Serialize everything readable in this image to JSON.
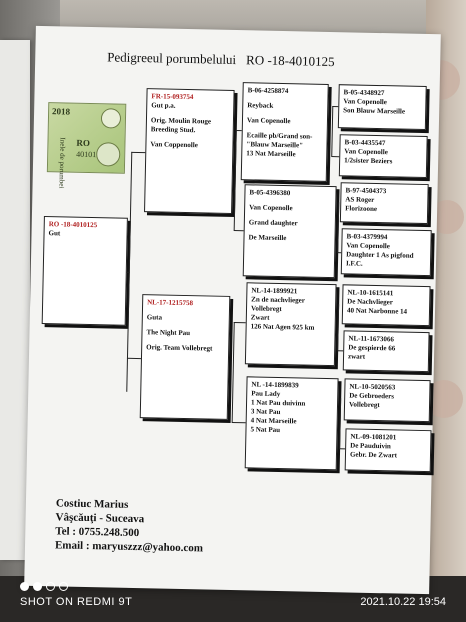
{
  "title": {
    "label": "Pedigreeul porumbelului",
    "code": "RO -18-4010125"
  },
  "stamp": {
    "year": "2018",
    "country": "RO",
    "number": "4010125",
    "side_text": "Inele de porumbei"
  },
  "subject": {
    "ring": "RO -18-4010125",
    "sex": "Gut"
  },
  "sire": {
    "ring": "FR-15-093754",
    "lines": [
      "Gut p.a.",
      "",
      "Orig. Moulin Rouge",
      "Breeding Stud.",
      "",
      "Van Coppenolle"
    ]
  },
  "dam": {
    "ring": "NL-17-1215758",
    "lines": [
      "",
      "Guta",
      "",
      "The Night Pau",
      "",
      "Orig. Team Vollebregt"
    ]
  },
  "ss": {
    "ring": "B-06-4258874",
    "lines": [
      "Reyback",
      "",
      "Van Copenolle",
      "",
      "Ecaille pb/Grand son-",
      "\"Blauw Marseille\"",
      "13 Nat Marseille"
    ]
  },
  "sd": {
    "ring": "B-05-4396380",
    "lines": [
      "",
      "Van Copenolle",
      "",
      "Grand daughter",
      "",
      "De Marseille"
    ]
  },
  "ds": {
    "ring": "NL-14-1899921",
    "lines": [
      "Zn de nachvlieger",
      "Vollebregt",
      "Zwart",
      "126 Nat Agen 925 km"
    ]
  },
  "dd": {
    "ring": "NL -14-1899839",
    "lines": [
      "Pau Lady",
      "1 Nat Pau duivinn",
      "3 Nat Pau",
      "4 Nat Marseille",
      "5 Nat Pau"
    ]
  },
  "sss": {
    "ring": "B-05-4348927",
    "lines": [
      "Van Copenolle",
      "Son Blauw Marseille"
    ]
  },
  "ssd": {
    "ring": "B-03-4435547",
    "lines": [
      "Van Copenolle",
      "1/2sister Beziers"
    ]
  },
  "sds": {
    "ring": "B-97-4504373",
    "lines": [
      "AS Roger",
      "Florizoone"
    ]
  },
  "sdd": {
    "ring": "B-03-4379994",
    "lines": [
      "Van Copenolle",
      "Daughter 1 As pigfond",
      "I.F.C."
    ]
  },
  "dss": {
    "ring": "NL-10-1615141",
    "lines": [
      "De Nachvlieger",
      "40 Nat Narbonne 14"
    ]
  },
  "dsd": {
    "ring": "NL-11-1673066",
    "lines": [
      "De gespierde 66",
      "zwart"
    ]
  },
  "dds": {
    "ring": "NL-10-5020563",
    "lines": [
      "De Gebroeders",
      "Vollebregt"
    ]
  },
  "ddd": {
    "ring": "NL-09-1081201",
    "lines": [
      "De Pauduivin",
      "Gebr. De Zwart"
    ]
  },
  "contact": {
    "name": "Costiuc Marius",
    "place": "Vâşcăuţi - Suceava",
    "tel": "Tel : 0755.248.500",
    "email": "Email : maryuszzz@yahoo.com"
  },
  "camera": {
    "watermark": "SHOT ON REDMI 9T",
    "timestamp": "2021.10.22 19:54"
  }
}
